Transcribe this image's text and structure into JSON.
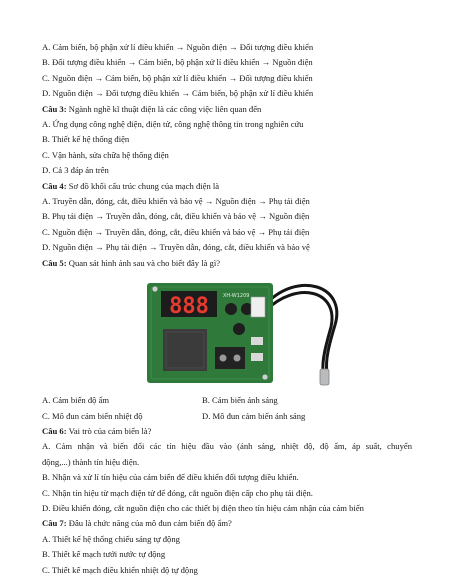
{
  "opts_top": [
    "A. Cảm biến, bộ phận xử lí điều khiển → Nguồn điện → Đối tượng điều khiển",
    "B. Đối tượng điều khiển → Cảm biến, bộ phận xử lí điều khiển → Nguồn điện",
    "C. Nguồn điện → Cảm biến, bộ phận xử lí điều khiển → Đối tượng điều khiển",
    "D. Nguồn điện → Đối tượng điều khiển → Cảm biến, bộ phận xử lí điều khiển"
  ],
  "q3": {
    "label": "Câu 3:",
    "text": " Ngành nghề kĩ thuật điện là các công việc liên quan đến",
    "options": [
      "A. Ứng dụng công nghệ điện, điện tử, công nghệ thông tin trong nghiên cứu",
      "B. Thiết kế hệ thống điện",
      "C. Vận hành, sửa chữa hệ thống điện",
      "D. Cả 3 đáp án trên"
    ]
  },
  "q4": {
    "label": "Câu 4:",
    "text": " Sơ đồ khối cấu trúc chung của mạch điện là",
    "options": [
      "A. Truyền dẫn, đóng, cắt, điều khiển và bảo vệ → Nguồn điện → Phụ tải điện",
      "B. Phụ tải điện → Truyền dẫn, đóng, cắt, điều khiển và bảo vệ → Nguồn điện",
      "C. Nguồn điện → Truyền dẫn, đóng, cắt, điều khiển và bảo vệ → Phụ tải điện",
      "D. Nguồn điện → Phụ tải điện → Truyền dẫn, đóng, cắt, điều khiển và bảo vệ"
    ]
  },
  "q5": {
    "label": "Câu 5:",
    "text": " Quan sát hình ảnh sau và cho biết đây là gì?",
    "options": [
      "A. Cảm biến độ ẩm",
      "B. Cảm biến ánh sáng",
      "C. Mô đun cảm biến nhiệt độ",
      "D. Mô đun cảm biến ánh sáng"
    ],
    "image": {
      "display": "888",
      "board_silk": "XH-W1209",
      "board_color": "#2f7a3b",
      "display_color": "#e83a2e",
      "relay_color": "#3b3b3b"
    }
  },
  "q6": {
    "label": "Câu 6:",
    "text": " Vai trò của cảm biến là?",
    "options": [
      "A. Cảm nhận và biến đổi các tín hiệu đầu vào (ánh sáng, nhiệt độ, độ ẩm, áp suất, chuyển",
      "động,...) thành tín hiệu điện.",
      "B. Nhận và xử lí tín hiệu của cảm biến để điều khiển đối tượng điều khiển.",
      "C. Nhận tín hiệu từ mạch điện tử để đóng, cắt nguồn điện cấp cho phụ tải điện.",
      "D. Điều khiển đóng, cắt nguồn điện cho các thiết bị điện theo tín hiệu cảm nhận của cảm biến"
    ]
  },
  "q7": {
    "label": "Câu 7:",
    "text": " Đâu là chức năng của mô đun cảm biến độ ẩm?",
    "options": [
      "A. Thiết kế hệ thống chiếu sáng tự động",
      "B. Thiết kế mạch tưới nước tự động",
      "C. Thiết kế mạch điều khiển nhiệt độ tự động"
    ]
  }
}
